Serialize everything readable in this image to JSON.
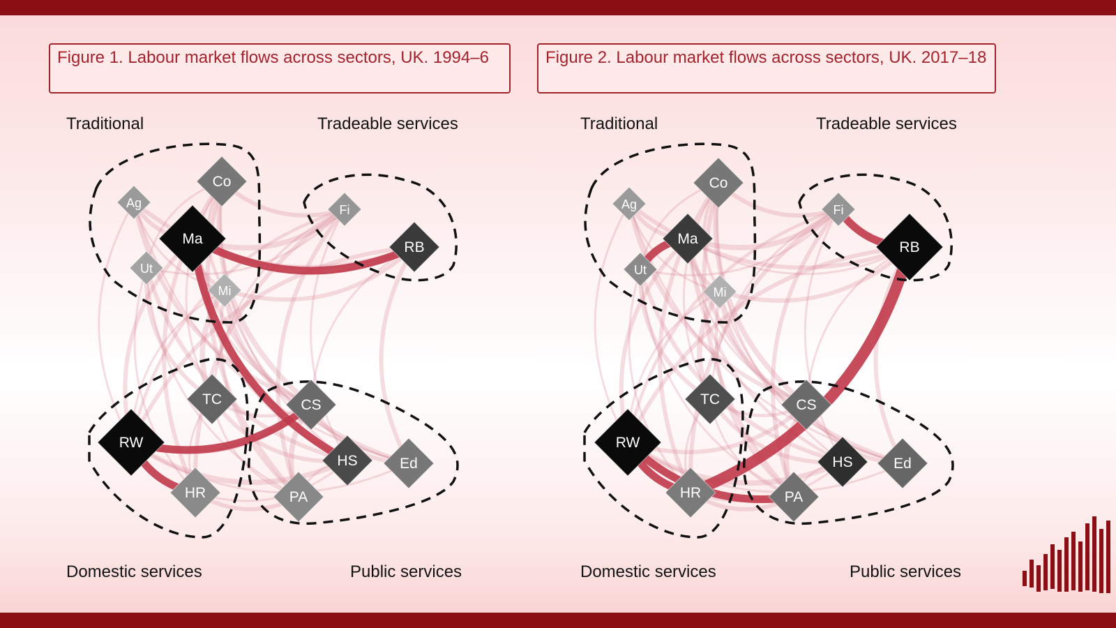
{
  "figures": [
    {
      "title": "Figure 1. Labour market flows across sectors, UK. 1994–6",
      "groups": {
        "traditional": "Traditional",
        "tradeable": "Tradeable services",
        "domestic": "Domestic services",
        "public": "Public services"
      },
      "nodes": [
        {
          "id": "Ag",
          "label": "Ag",
          "shade": "#9a9a9a",
          "size": "small"
        },
        {
          "id": "Co",
          "label": "Co",
          "shade": "#777777",
          "size": "medium"
        },
        {
          "id": "Ma",
          "label": "Ma",
          "shade": "#0a0a0a",
          "size": "large"
        },
        {
          "id": "Ut",
          "label": "Ut",
          "shade": "#a3a3a3",
          "size": "small"
        },
        {
          "id": "Mi",
          "label": "Mi",
          "shade": "#b0b0b0",
          "size": "small"
        },
        {
          "id": "Fi",
          "label": "Fi",
          "shade": "#959595",
          "size": "small"
        },
        {
          "id": "RB",
          "label": "RB",
          "shade": "#3a3a3a",
          "size": "medium"
        },
        {
          "id": "TC",
          "label": "TC",
          "shade": "#646464",
          "size": "medium"
        },
        {
          "id": "RW",
          "label": "RW",
          "shade": "#0a0a0a",
          "size": "large"
        },
        {
          "id": "HR",
          "label": "HR",
          "shade": "#8a8a8a",
          "size": "medium"
        },
        {
          "id": "CS",
          "label": "CS",
          "shade": "#6a6a6a",
          "size": "medium"
        },
        {
          "id": "HS",
          "label": "HS",
          "shade": "#4a4a4a",
          "size": "medium"
        },
        {
          "id": "Ed",
          "label": "Ed",
          "shade": "#777777",
          "size": "medium"
        },
        {
          "id": "PA",
          "label": "PA",
          "shade": "#888888",
          "size": "medium"
        }
      ],
      "strong_flows": [
        [
          "RW",
          "HR"
        ],
        [
          "RW",
          "CS"
        ],
        [
          "Ma",
          "RB"
        ],
        [
          "Ma",
          "HS"
        ]
      ]
    },
    {
      "title": "Figure 2. Labour market flows across sectors, UK. 2017–18",
      "groups": {
        "traditional": "Traditional",
        "tradeable": "Tradeable services",
        "domestic": "Domestic services",
        "public": "Public services"
      },
      "nodes": [
        {
          "id": "Ag",
          "label": "Ag",
          "shade": "#9a9a9a",
          "size": "small"
        },
        {
          "id": "Co",
          "label": "Co",
          "shade": "#777777",
          "size": "medium"
        },
        {
          "id": "Ma",
          "label": "Ma",
          "shade": "#3a3a3a",
          "size": "medium"
        },
        {
          "id": "Ut",
          "label": "Ut",
          "shade": "#8a8a8a",
          "size": "small"
        },
        {
          "id": "Mi",
          "label": "Mi",
          "shade": "#b0b0b0",
          "size": "small"
        },
        {
          "id": "Fi",
          "label": "Fi",
          "shade": "#959595",
          "size": "small"
        },
        {
          "id": "RB",
          "label": "RB",
          "shade": "#0a0a0a",
          "size": "large"
        },
        {
          "id": "TC",
          "label": "TC",
          "shade": "#4e4e4e",
          "size": "medium"
        },
        {
          "id": "RW",
          "label": "RW",
          "shade": "#0a0a0a",
          "size": "large"
        },
        {
          "id": "HR",
          "label": "HR",
          "shade": "#7a7a7a",
          "size": "medium"
        },
        {
          "id": "CS",
          "label": "CS",
          "shade": "#6a6a6a",
          "size": "medium"
        },
        {
          "id": "HS",
          "label": "HS",
          "shade": "#2e2e2e",
          "size": "medium"
        },
        {
          "id": "Ed",
          "label": "Ed",
          "shade": "#666666",
          "size": "medium"
        },
        {
          "id": "PA",
          "label": "PA",
          "shade": "#707070",
          "size": "medium"
        }
      ],
      "strong_flows": [
        [
          "RW",
          "HR"
        ],
        [
          "HR",
          "RB"
        ],
        [
          "Fi",
          "RB"
        ],
        [
          "RW",
          "PA"
        ],
        [
          "Ma",
          "Ut"
        ]
      ]
    }
  ],
  "colors": {
    "frame": "#8a0e14",
    "accent": "#a3232c",
    "flow": "#c0394a",
    "flow_faint": "#d88a96"
  }
}
